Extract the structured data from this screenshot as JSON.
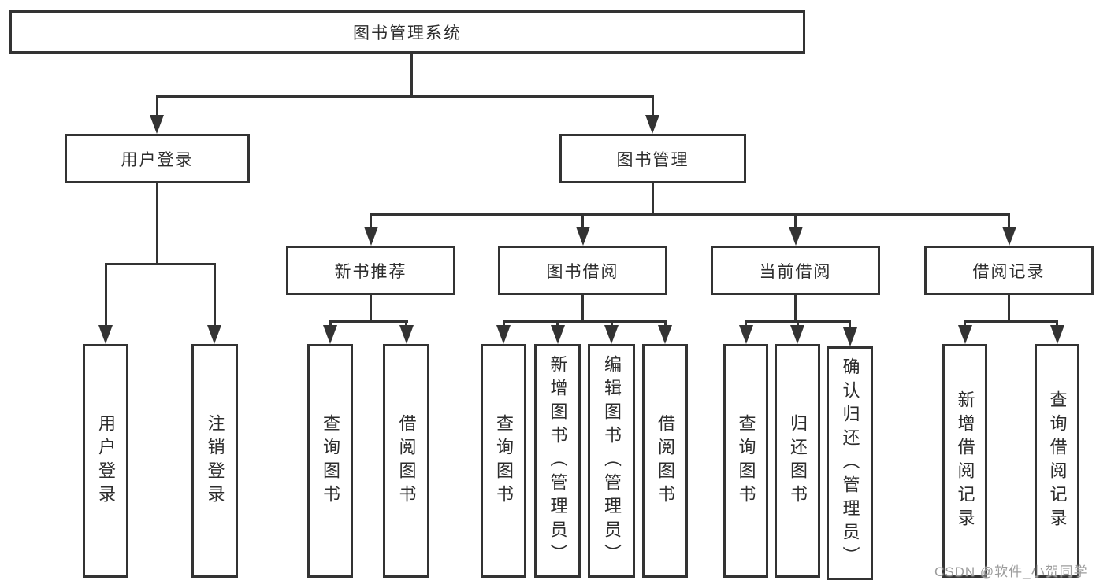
{
  "diagram": {
    "type": "hierarchy-tree",
    "colors": {
      "line": "#333333",
      "text": "#2d2d2d",
      "background": "#ffffff",
      "watermark": "#9c9c9c"
    },
    "nodes": {
      "root": {
        "label": "图书管理系统"
      },
      "level2": [
        {
          "label": "用户登录"
        },
        {
          "label": "图书管理"
        }
      ],
      "level3": [
        {
          "label": "新书推荐",
          "parent": "图书管理"
        },
        {
          "label": "图书借阅",
          "parent": "图书管理"
        },
        {
          "label": "当前借阅",
          "parent": "图书管理"
        },
        {
          "label": "借阅记录",
          "parent": "图书管理"
        }
      ],
      "level4": [
        {
          "label": "用户登录",
          "parent": "用户登录"
        },
        {
          "label": "注销登录",
          "parent": "用户登录"
        },
        {
          "label": "查询图书",
          "parent": "新书推荐"
        },
        {
          "label": "借阅图书",
          "parent": "新书推荐"
        },
        {
          "label": "查询图书",
          "parent": "图书借阅"
        },
        {
          "label": "新增图书（管理员）",
          "parent": "图书借阅"
        },
        {
          "label": "编辑图书（管理员）",
          "parent": "图书借阅"
        },
        {
          "label": "借阅图书",
          "parent": "图书借阅"
        },
        {
          "label": "查询图书",
          "parent": "当前借阅"
        },
        {
          "label": "归还图书",
          "parent": "当前借阅"
        },
        {
          "label": "确认归还（管理员）",
          "parent": "当前借阅"
        },
        {
          "label": "新增借阅记录",
          "parent": "借阅记录"
        },
        {
          "label": "查询借阅记录",
          "parent": "借阅记录"
        }
      ]
    },
    "watermark": {
      "text": "CSDN @软件_小贺同学"
    }
  }
}
